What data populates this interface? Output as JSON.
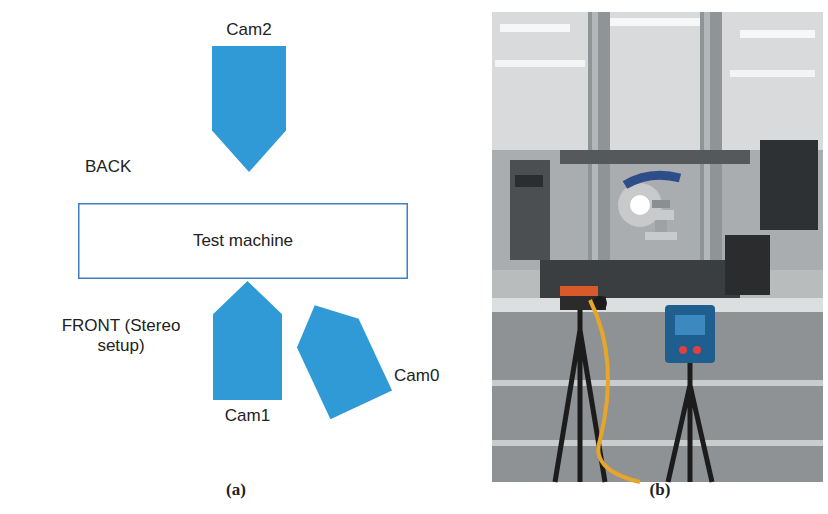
{
  "diagram": {
    "nodes": [
      {
        "text": [
          "Cam2"
        ]
      },
      {
        "text": [
          "Test machine"
        ]
      },
      {
        "text": [
          "Cam1"
        ]
      },
      {
        "text": [
          "Cam0"
        ]
      }
    ],
    "labels": [
      "BACK",
      "FRONT (Stereo setup)",
      "(a)",
      "(b)"
    ]
  }
}
